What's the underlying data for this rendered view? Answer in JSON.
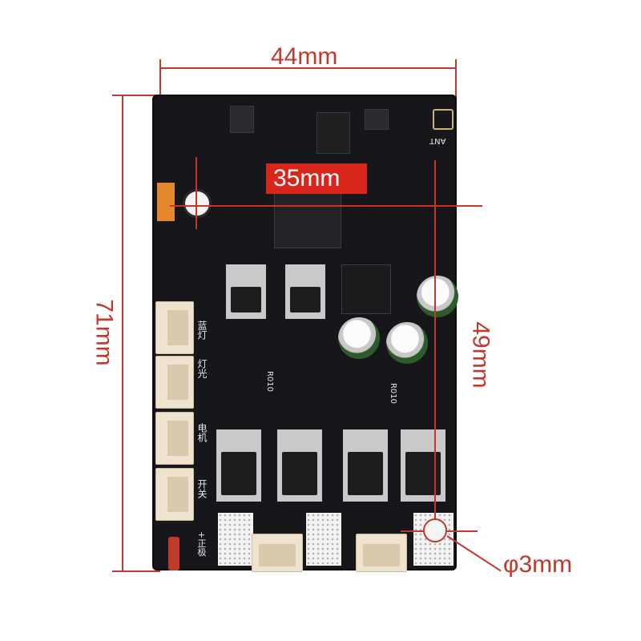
{
  "dimensions": {
    "width_label": "44mm",
    "height_label": "71mm",
    "inner_width_label": "35mm",
    "inner_height_label": "49mm",
    "hole_label": "φ3mm"
  },
  "silkscreen": {
    "antenna": "ANT",
    "resistor_1": "R010",
    "resistor_2": "R010",
    "label_cn_1": "蓝灯",
    "label_cn_2": "灯光",
    "label_cn_3": "电机",
    "label_cn_4": "开关",
    "label_cn_5": "+正极"
  },
  "colors": {
    "dimension": "#c0392b",
    "board": "#17171b",
    "connector": "#efe3cf",
    "label_box": "#d9261c"
  }
}
